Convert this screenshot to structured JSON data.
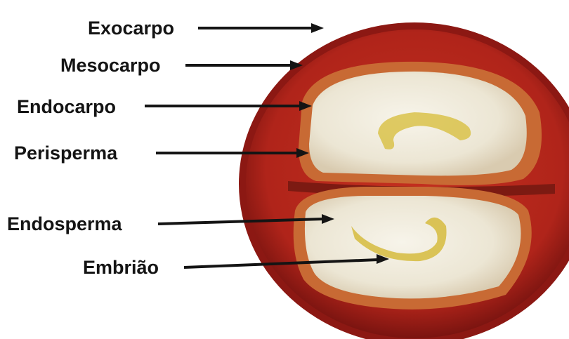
{
  "labels": {
    "exocarpo": "Exocarpo",
    "mesocarpo": "Mesocarpo",
    "endocarpo": "Endocarpo",
    "perisperma": "Perisperma",
    "endosperma": "Endosperma",
    "embriao": "Embrião"
  },
  "colors": {
    "exocarp": "#8f1a14",
    "mesocarp": "#b82a1e",
    "endocarp": "#c8642e",
    "endosperm": "#f0ece0",
    "embryo": "#d6c24a",
    "arrow": "#141414"
  }
}
